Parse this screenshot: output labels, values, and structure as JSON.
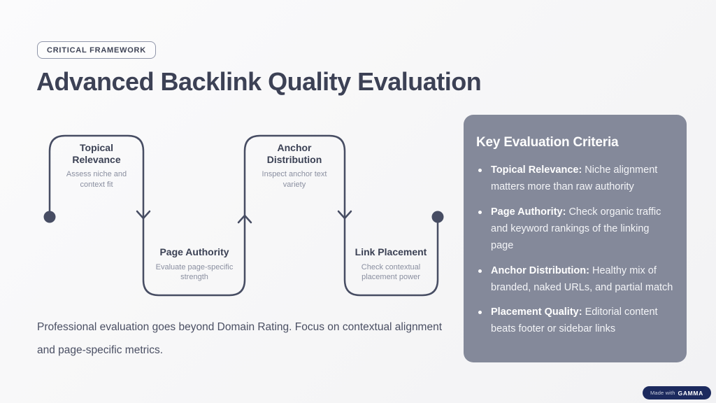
{
  "kicker": {
    "label": "CRITICAL FRAMEWORK"
  },
  "title": "Advanced Backlink Quality Evaluation",
  "flow": {
    "line_color": "#474d63",
    "nodes": [
      {
        "title": "Topical Relevance",
        "subtitle": "Assess niche and context fit"
      },
      {
        "title": "Page Authority",
        "subtitle": "Evaluate page-specific strength"
      },
      {
        "title": "Anchor Distribution",
        "subtitle": "Inspect anchor text variety"
      },
      {
        "title": "Link Placement",
        "subtitle": "Check contextual placement power"
      }
    ]
  },
  "panel": {
    "bg_color": "#84899a",
    "title": "Key Evaluation Criteria",
    "bullets": [
      {
        "lead": "Topical Relevance:",
        "rest": " Niche alignment matters more than raw authority"
      },
      {
        "lead": "Page Authority:",
        "rest": " Check organic traffic and keyword rankings of the linking page"
      },
      {
        "lead": "Anchor Distribution:",
        "rest": " Healthy mix of branded, naked URLs, and partial match"
      },
      {
        "lead": "Placement Quality:",
        "rest": " Editorial content beats footer or sidebar links"
      }
    ]
  },
  "footer": {
    "text": "Professional evaluation goes beyond Domain Rating. Focus on contextual alignment and page-specific metrics."
  },
  "made_with": {
    "prefix": "Made with",
    "brand": "GAMMA"
  }
}
